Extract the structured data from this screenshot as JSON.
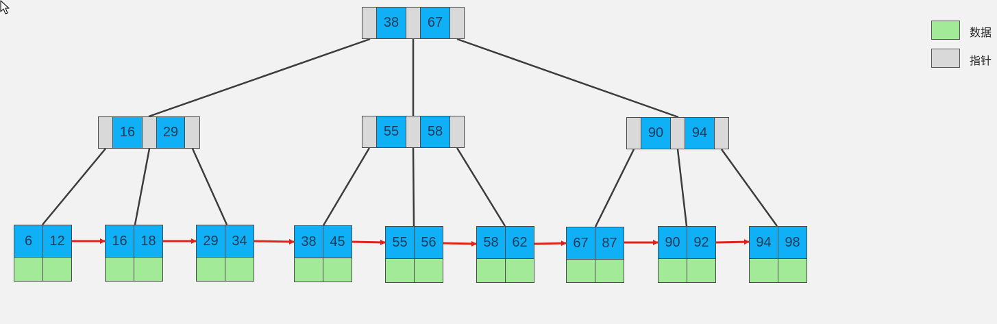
{
  "colors": {
    "key": "#0fb0f5",
    "pointer": "#d9d9d9",
    "data": "#a3ea98",
    "link": "#e0221a",
    "edge": "#3c3c3c"
  },
  "legend": {
    "data_label": "数据",
    "pointer_label": "指针"
  },
  "tree": {
    "root": {
      "keys": [
        "38",
        "67"
      ]
    },
    "internal": [
      {
        "keys": [
          "16",
          "29"
        ]
      },
      {
        "keys": [
          "55",
          "58"
        ]
      },
      {
        "keys": [
          "90",
          "94"
        ]
      }
    ],
    "leaves": [
      {
        "keys": [
          "6",
          "12"
        ]
      },
      {
        "keys": [
          "16",
          "18"
        ]
      },
      {
        "keys": [
          "29",
          "34"
        ]
      },
      {
        "keys": [
          "38",
          "45"
        ]
      },
      {
        "keys": [
          "55",
          "56"
        ]
      },
      {
        "keys": [
          "58",
          "62"
        ]
      },
      {
        "keys": [
          "67",
          "87"
        ]
      },
      {
        "keys": [
          "90",
          "92"
        ]
      },
      {
        "keys": [
          "94",
          "98"
        ]
      }
    ]
  }
}
